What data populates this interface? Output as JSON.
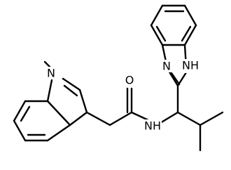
{
  "molecule": {
    "atoms": {
      "indole_n": "N",
      "amide_o": "O",
      "amide_nh": "NH",
      "imidazole_n": "N",
      "imidazole_nh": "NH"
    }
  }
}
